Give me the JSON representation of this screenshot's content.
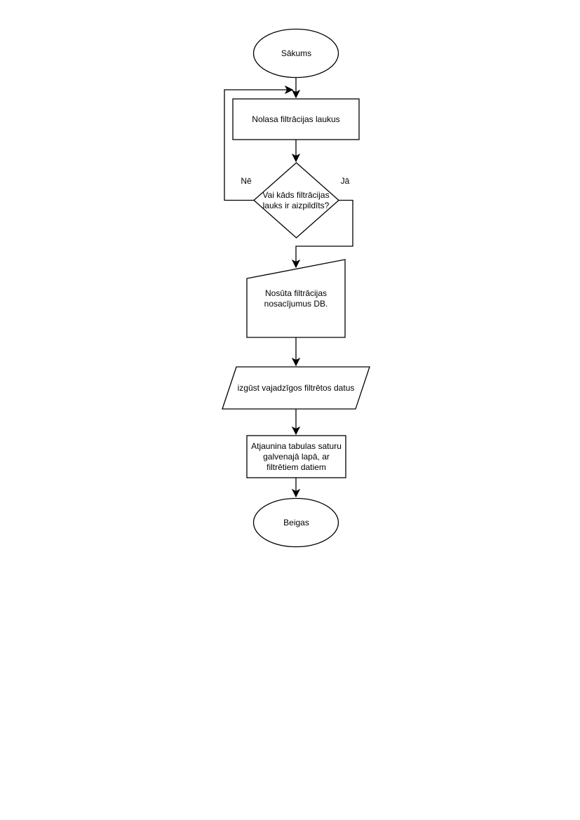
{
  "diagram": {
    "language": "lv",
    "nodes": {
      "start": {
        "label": "Sākums"
      },
      "read_fields": {
        "label": "Nolasa filtrācijas laukus"
      },
      "decision": {
        "label": "Vai kāds filtrācijas lauks ir aizpildīts?"
      },
      "send_conditions": {
        "label": "Nosūta filtrācijas nosacījumus DB."
      },
      "get_data": {
        "label": "izgūst vajadzīgos filtrētos datus"
      },
      "update_table": {
        "label": "Atjaunina tabulas saturu galvenajā lapā, ar filtrētiem datiem"
      },
      "end": {
        "label": "Beigas"
      }
    },
    "edge_labels": {
      "no": "Nē",
      "yes": "Jā"
    },
    "colors": {
      "stroke": "#000000",
      "fill": "#ffffff",
      "text": "#000000",
      "background": "#ffffff"
    }
  }
}
